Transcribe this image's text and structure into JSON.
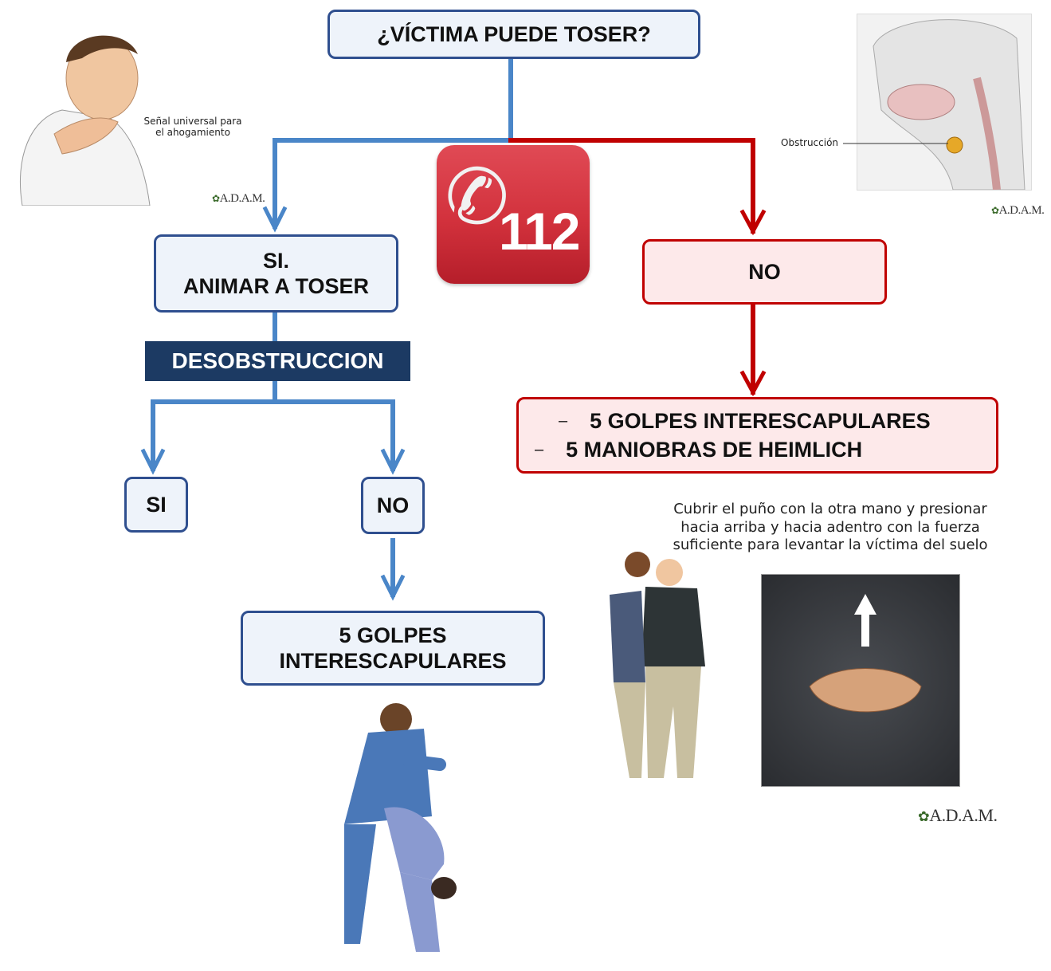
{
  "top_question": "¿VÍCTIMA PUEDE TOSER?",
  "left_branch": {
    "line1": "SI.",
    "line2": "ANIMAR A TOSER",
    "banner": "DESOBSTRUCCION",
    "yes": "SI",
    "no": "NO",
    "result_line1": "5 GOLPES",
    "result_line2": "INTERESCAPULARES"
  },
  "right_branch": {
    "no": "NO",
    "item1": "5 GOLPES INTERESCAPULARES",
    "item2": "5 MANIOBRAS DE HEIMLICH",
    "dash": "–"
  },
  "emergency": {
    "number": "112",
    "icon": "phone-icon"
  },
  "captions": {
    "choking_line1": "Señal universal para",
    "choking_line2": "el ahogamiento",
    "obstruction": "Obstrucción",
    "heimlich_line1": "Cubrir el puño con la otra mano y presionar",
    "heimlich_line2": "hacia arriba y hacia adentro con la fuerza",
    "heimlich_line3": "suficiente para levantar la víctima del suelo"
  },
  "logos": {
    "adam": "A.D.A.M."
  },
  "colors": {
    "blue": "#4a86c8",
    "red": "#c00000",
    "navy": "#1c3a63"
  }
}
